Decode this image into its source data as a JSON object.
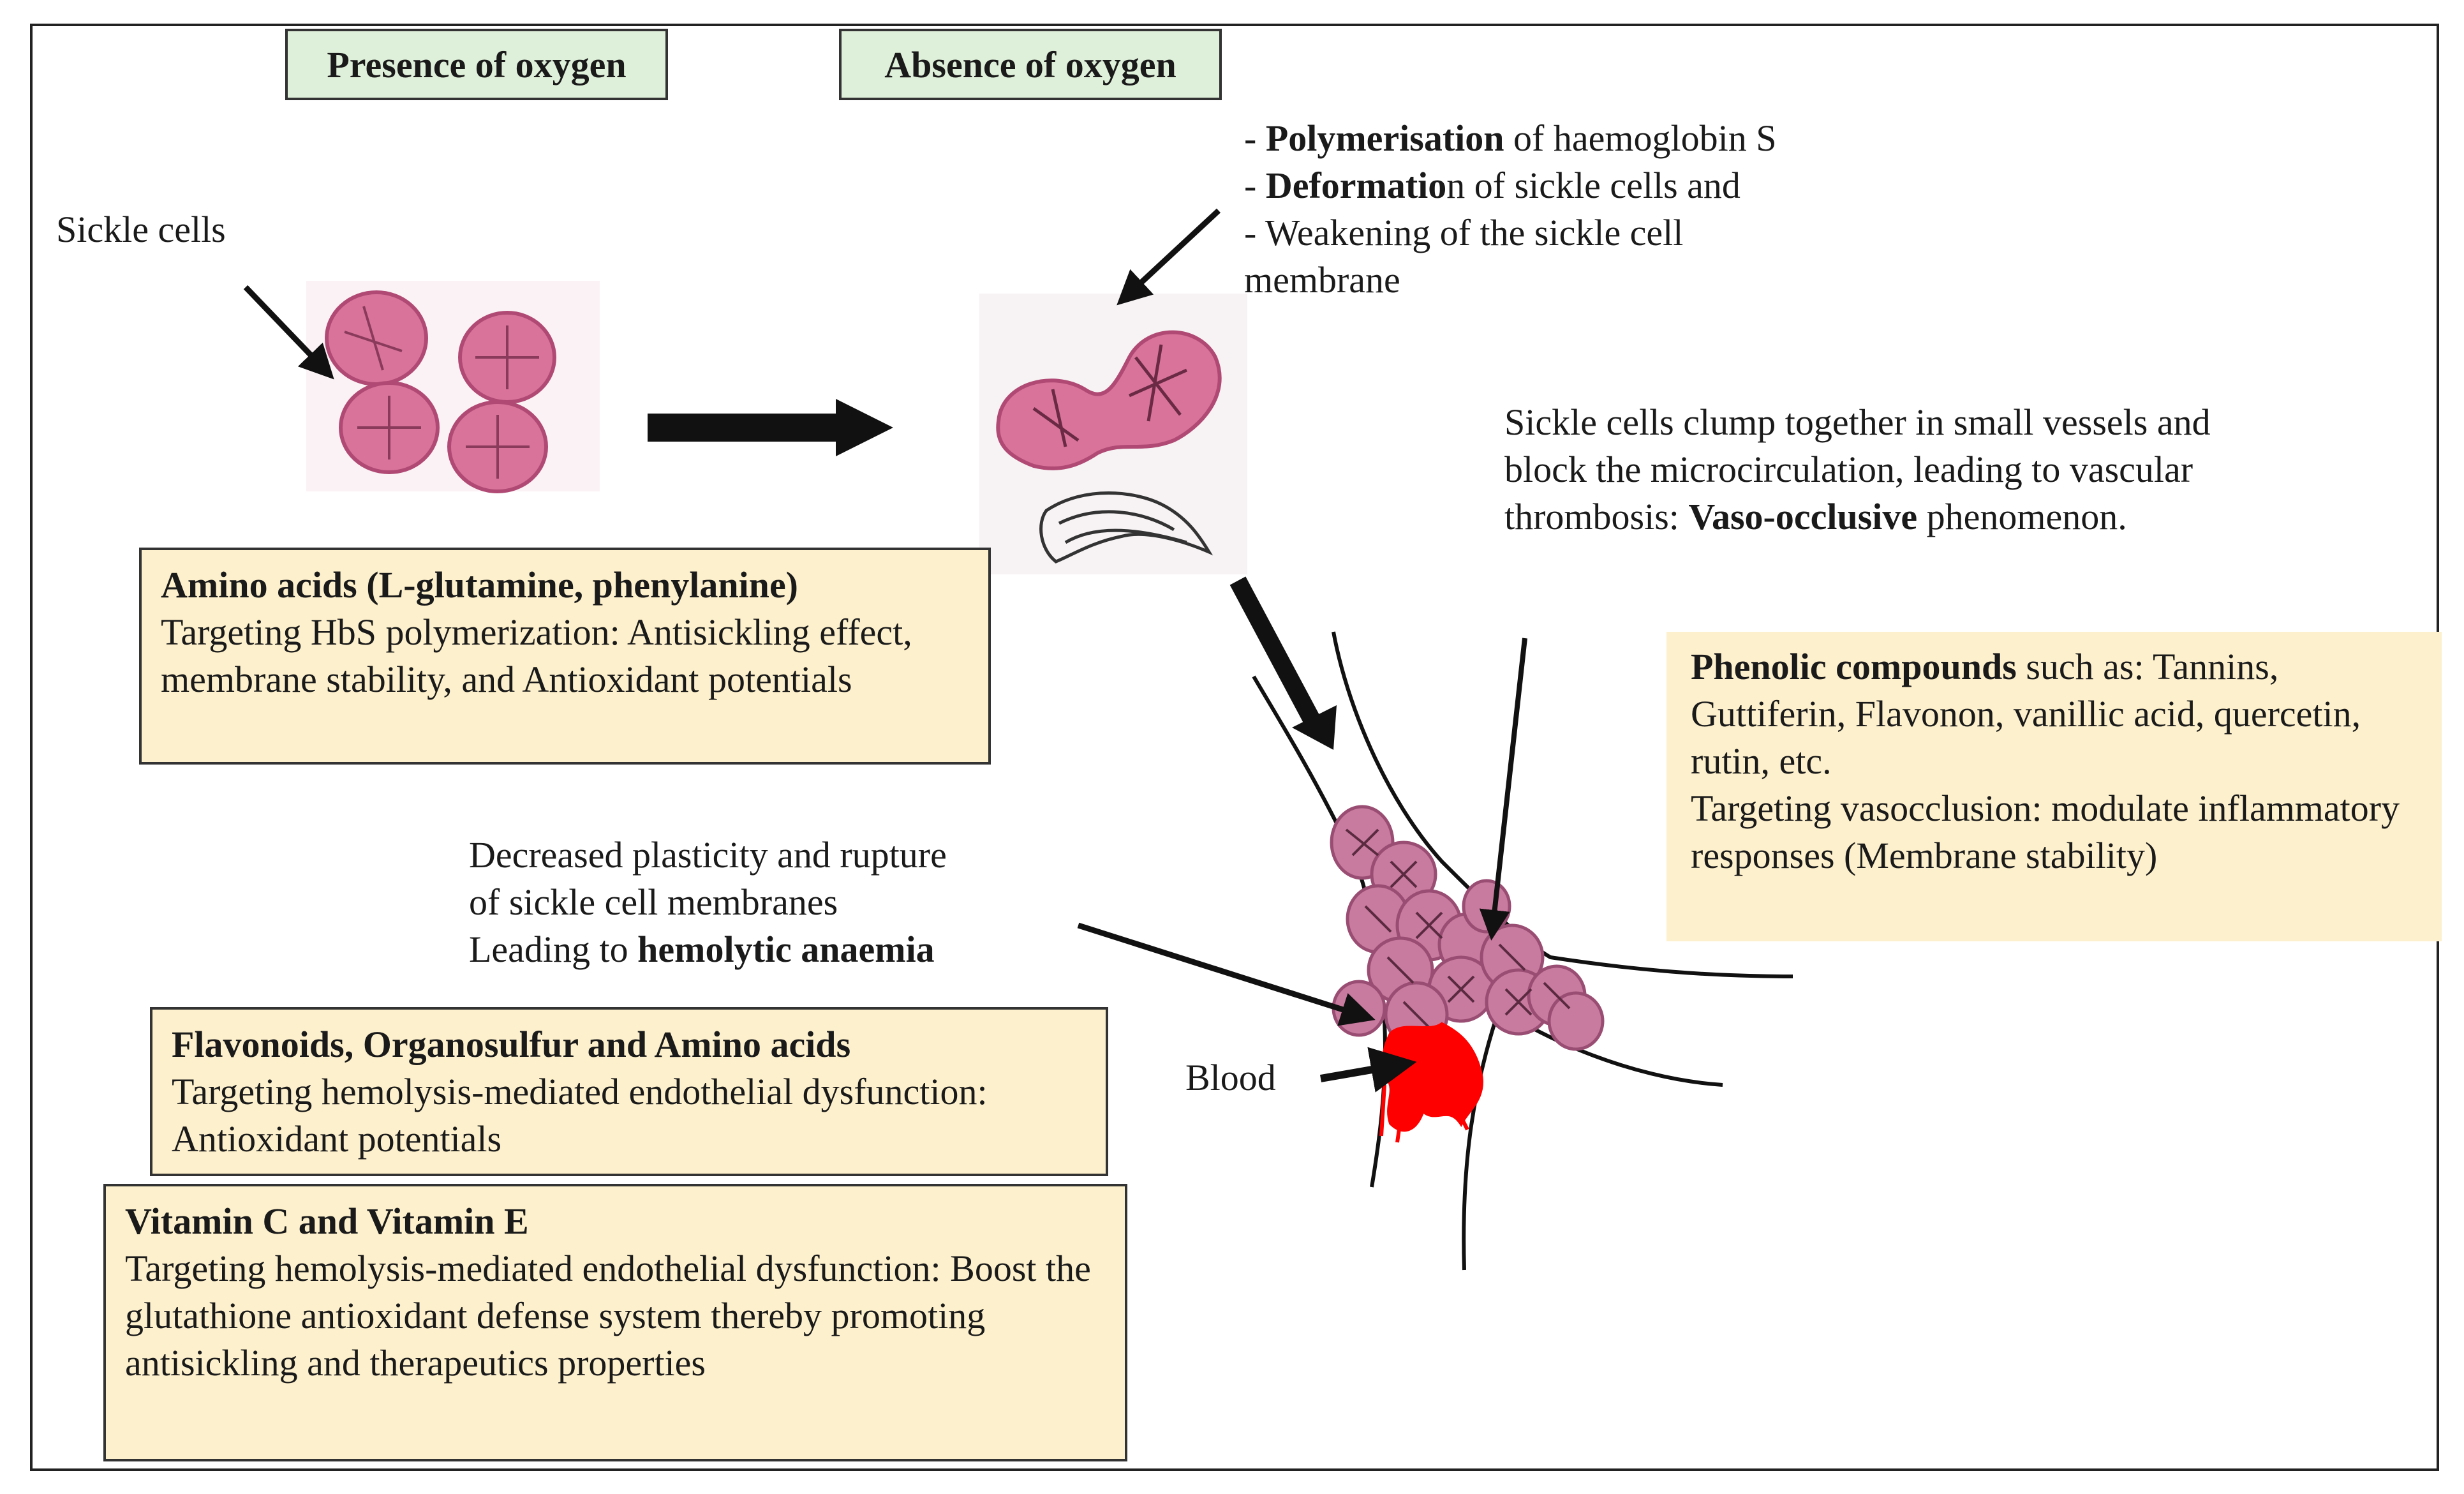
{
  "headers": {
    "presence": "Presence of oxygen",
    "absence": "Absence of oxygen"
  },
  "sickle_label": "Sickle cells",
  "absence_notes": {
    "line1_bold": "Polymerisation",
    "line1_rest": "of haemoglobin S",
    "line2_bold": "Deformatio",
    "line2_rest": "n of sickle cells and",
    "line3": "Weakening of the sickle cell",
    "line4": "membrane"
  },
  "clump_text": {
    "line1": "Sickle cells clump together in small vessels and",
    "line2": "block the microcirculation, leading to vascular",
    "line3_pre": "thrombosis:",
    "line3_bold": "Vaso-occlusive",
    "line3_post": "phenomenon."
  },
  "amino_box": {
    "title": "Amino acids (L-glutamine, phenylanine)",
    "body": "Targeting HbS polymerization: Antisickling effect, membrane stability, and Antioxidant potentials"
  },
  "phenolic_box": {
    "title": "Phenolic compounds",
    "rest": "such as: Tannins, Guttiferin, Flavonon, vanillic acid, quercetin, rutin, etc.",
    "body": "Targeting vasocclusion: modulate inflammatory responses (Membrane stability)"
  },
  "plasticity_text": {
    "line1": "Decreased plasticity and rupture",
    "line2": "of sickle cell membranes",
    "line3_pre": "Leading to",
    "line3_bold": "hemolytic anaemia"
  },
  "flavonoid_box": {
    "title": "Flavonoids, Organosulfur and Amino acids",
    "body": "Targeting hemolysis-mediated endothelial dysfunction: Antioxidant potentials"
  },
  "vitamin_box": {
    "title": "Vitamin C and Vitamin E",
    "body": "Targeting hemolysis-mediated endothelial dysfunction: Boost the glutathione antioxidant defense system thereby promoting antisickling and therapeutics properties"
  },
  "blood_label": "Blood",
  "colors": {
    "header_bg": "#dff0da",
    "box_bg": "#fdf0cc",
    "cell_pink": "#d9739a",
    "blood_red": "#ff0000"
  }
}
